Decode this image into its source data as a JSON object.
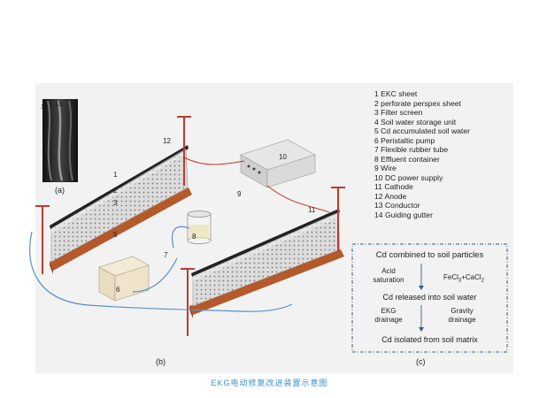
{
  "legend": [
    {
      "num": "1",
      "text": "EKC sheet"
    },
    {
      "num": "2",
      "text": "perforate perspex sheet"
    },
    {
      "num": "3",
      "text": "Filter screen"
    },
    {
      "num": "4",
      "text": "Soil water storage unit"
    },
    {
      "num": "5",
      "text": "Cd accumulated soil water"
    },
    {
      "num": "6",
      "text": "Peristaltic pump"
    },
    {
      "num": "7",
      "text": "Flexible rubber tube"
    },
    {
      "num": "8",
      "text": "Effluent container"
    },
    {
      "num": "9",
      "text": "Wire"
    },
    {
      "num": "10",
      "text": "DC power supply"
    },
    {
      "num": "11",
      "text": "Cathode"
    },
    {
      "num": "12",
      "text": "Anode"
    },
    {
      "num": "13",
      "text": "Conductor"
    },
    {
      "num": "14",
      "text": "Guiding gutter"
    }
  ],
  "panel_labels": {
    "a": "(a)",
    "b": "(b)",
    "c": "(c)"
  },
  "photo_labels": {
    "left": "14",
    "right": "13"
  },
  "callouts": {
    "n1": "1",
    "n2": "2",
    "n3": "3",
    "n5": "5",
    "n6": "6",
    "n7": "7",
    "n8": "8",
    "n9": "9",
    "n10": "10",
    "n11": "11",
    "n12": "12"
  },
  "flowchart": {
    "title": "Cd combined to soil particles",
    "step1_left": "Acid saturation",
    "step1_left_line1": "Acid",
    "step1_left_line2": "saturation",
    "step1_right": "FeCl3+CaCl2",
    "step2": "Cd released into soil water",
    "step3_left_line1": "EKG",
    "step3_left_line2": "drainage",
    "step3_right_line1": "Gravity",
    "step3_right_line2": "drainage",
    "step4": "Cd isolated from soil matrix"
  },
  "caption": "EKG电动修复改进装置示意图",
  "colors": {
    "frame_base": "#b5582a",
    "rod": "#c0392b",
    "wire": "#c0392b",
    "tube": "#5b8fc7",
    "dash_border": "#2f5f8f",
    "caption": "#3a8fd0"
  }
}
